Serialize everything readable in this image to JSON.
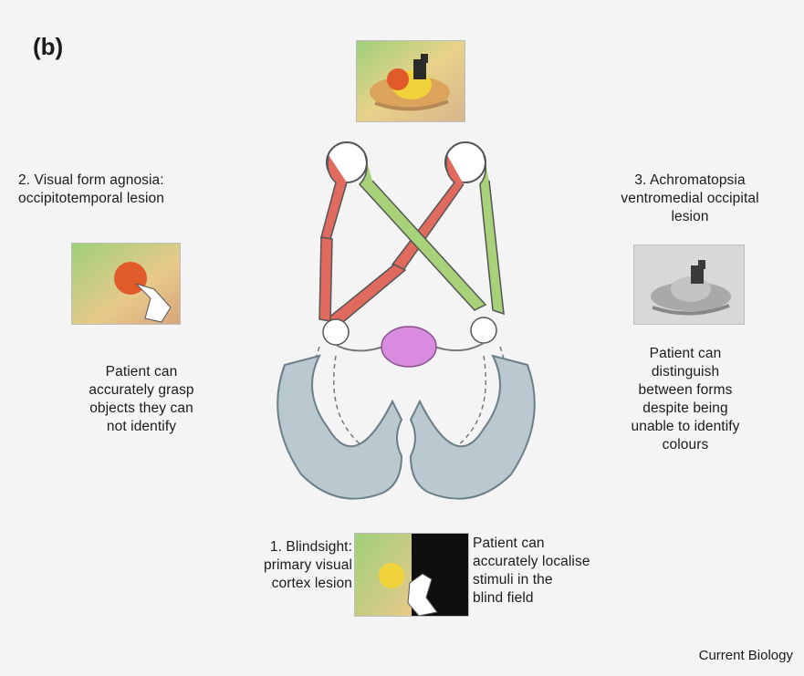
{
  "panel_label": "(b)",
  "credit": "Current Biology",
  "blindsight": {
    "title_line1": "1. Blindsight:",
    "title_line2": "primary visual",
    "title_line3": "cortex lesion",
    "desc_line1": "Patient can",
    "desc_line2": "accurately localise",
    "desc_line3": "stimuli in the",
    "desc_line4": "blind field"
  },
  "agnosia": {
    "title_line1": "2. Visual form agnosia:",
    "title_line2": "occipitotemporal lesion",
    "desc_line1": "Patient can",
    "desc_line2": "accurately grasp",
    "desc_line3": "objects they can",
    "desc_line4": "not identify"
  },
  "achromatopsia": {
    "title_line1": "3. Achromatopsia",
    "title_line2": "ventromedial occipital",
    "title_line3": "lesion",
    "desc_line1": "Patient can",
    "desc_line2": "distinguish",
    "desc_line3": "between forms",
    "desc_line4": "despite being",
    "desc_line5": "unable to identify",
    "desc_line6": "colours"
  },
  "colors": {
    "left_pathway": "#e06a5e",
    "right_pathway": "#a8d27a",
    "chiasm": "#d98be0",
    "cortex": "#b9c9cf"
  }
}
